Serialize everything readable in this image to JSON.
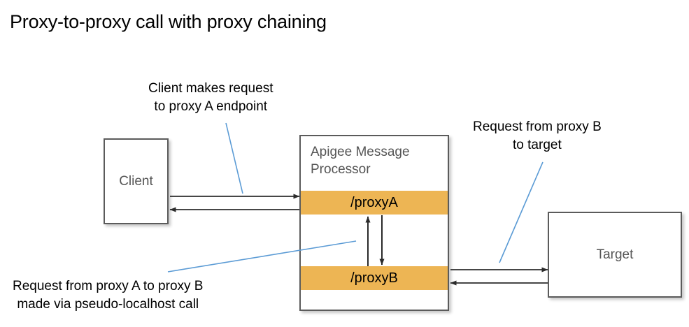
{
  "slide": {
    "title": "Proxy-to-proxy call with proxy chaining",
    "background_color": "#ffffff"
  },
  "colors": {
    "proxy_band": "#edb554",
    "box_border": "#5b5b5b",
    "node_label": "#555555",
    "arrow": "#2b2b2b",
    "leader_line": "#5b9bd5",
    "title_text": "#000000"
  },
  "nodes": [
    {
      "id": "client",
      "label": "Client",
      "shape": "rectangle"
    },
    {
      "id": "message-processor",
      "label": "Apigee Message Processor",
      "shape": "rectangle",
      "bands": [
        {
          "id": "proxy-a",
          "label": "/proxyA",
          "color": "#edb554"
        },
        {
          "id": "proxy-b",
          "label": "/proxyB",
          "color": "#edb554"
        }
      ]
    },
    {
      "id": "target",
      "label": "Target",
      "shape": "rectangle"
    }
  ],
  "callouts": [
    {
      "id": "client-request",
      "line1": "Client makes request",
      "line2": "to proxy A endpoint",
      "leader_color": "#5b9bd5"
    },
    {
      "id": "target-request",
      "line1": "Request from proxy B",
      "line2": "to target",
      "leader_color": "#5b9bd5"
    },
    {
      "id": "proxy-chaining",
      "line1": "Request from proxy A to proxy B",
      "line2": "made via pseudo-localhost call",
      "leader_color": "#5b9bd5"
    }
  ],
  "flows": [
    {
      "id": "client-to-proxya",
      "from": "client",
      "to": "proxy-a",
      "direction": "right"
    },
    {
      "id": "proxya-to-client",
      "from": "proxy-a",
      "to": "client",
      "direction": "left"
    },
    {
      "id": "proxya-to-proxyb",
      "from": "proxy-a",
      "to": "proxy-b",
      "direction": "down"
    },
    {
      "id": "proxyb-to-proxya",
      "from": "proxy-b",
      "to": "proxy-a",
      "direction": "up"
    },
    {
      "id": "proxyb-to-target",
      "from": "proxy-b",
      "to": "target",
      "direction": "right"
    },
    {
      "id": "target-to-proxyb",
      "from": "target",
      "to": "proxy-b",
      "direction": "left"
    }
  ]
}
